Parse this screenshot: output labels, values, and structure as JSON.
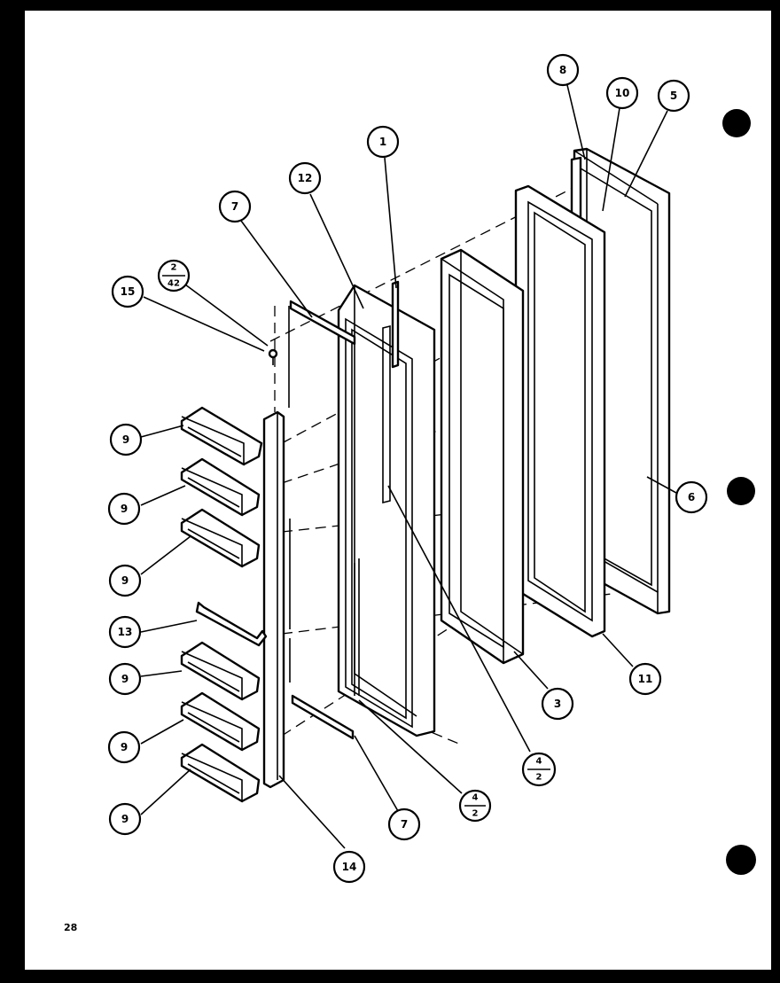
{
  "page_number": "28",
  "callouts": [
    {
      "id": "c1",
      "label": "1"
    },
    {
      "id": "c2_42",
      "top": "2",
      "bottom": "42"
    },
    {
      "id": "c3",
      "label": "3"
    },
    {
      "id": "c4_2a",
      "top": "4",
      "bottom": "2"
    },
    {
      "id": "c4_2b",
      "top": "4",
      "bottom": "2"
    },
    {
      "id": "c5",
      "label": "5"
    },
    {
      "id": "c6",
      "label": "6"
    },
    {
      "id": "c7a",
      "label": "7"
    },
    {
      "id": "c7b",
      "label": "7"
    },
    {
      "id": "c8",
      "label": "8"
    },
    {
      "id": "c9a",
      "label": "9"
    },
    {
      "id": "c9b",
      "label": "9"
    },
    {
      "id": "c9c",
      "label": "9"
    },
    {
      "id": "c9d",
      "label": "9"
    },
    {
      "id": "c9e",
      "label": "9"
    },
    {
      "id": "c9f",
      "label": "9"
    },
    {
      "id": "c10",
      "label": "10"
    },
    {
      "id": "c11",
      "label": "11"
    },
    {
      "id": "c12",
      "label": "12"
    },
    {
      "id": "c13",
      "label": "13"
    },
    {
      "id": "c14",
      "label": "14"
    },
    {
      "id": "c15",
      "label": "15"
    }
  ]
}
